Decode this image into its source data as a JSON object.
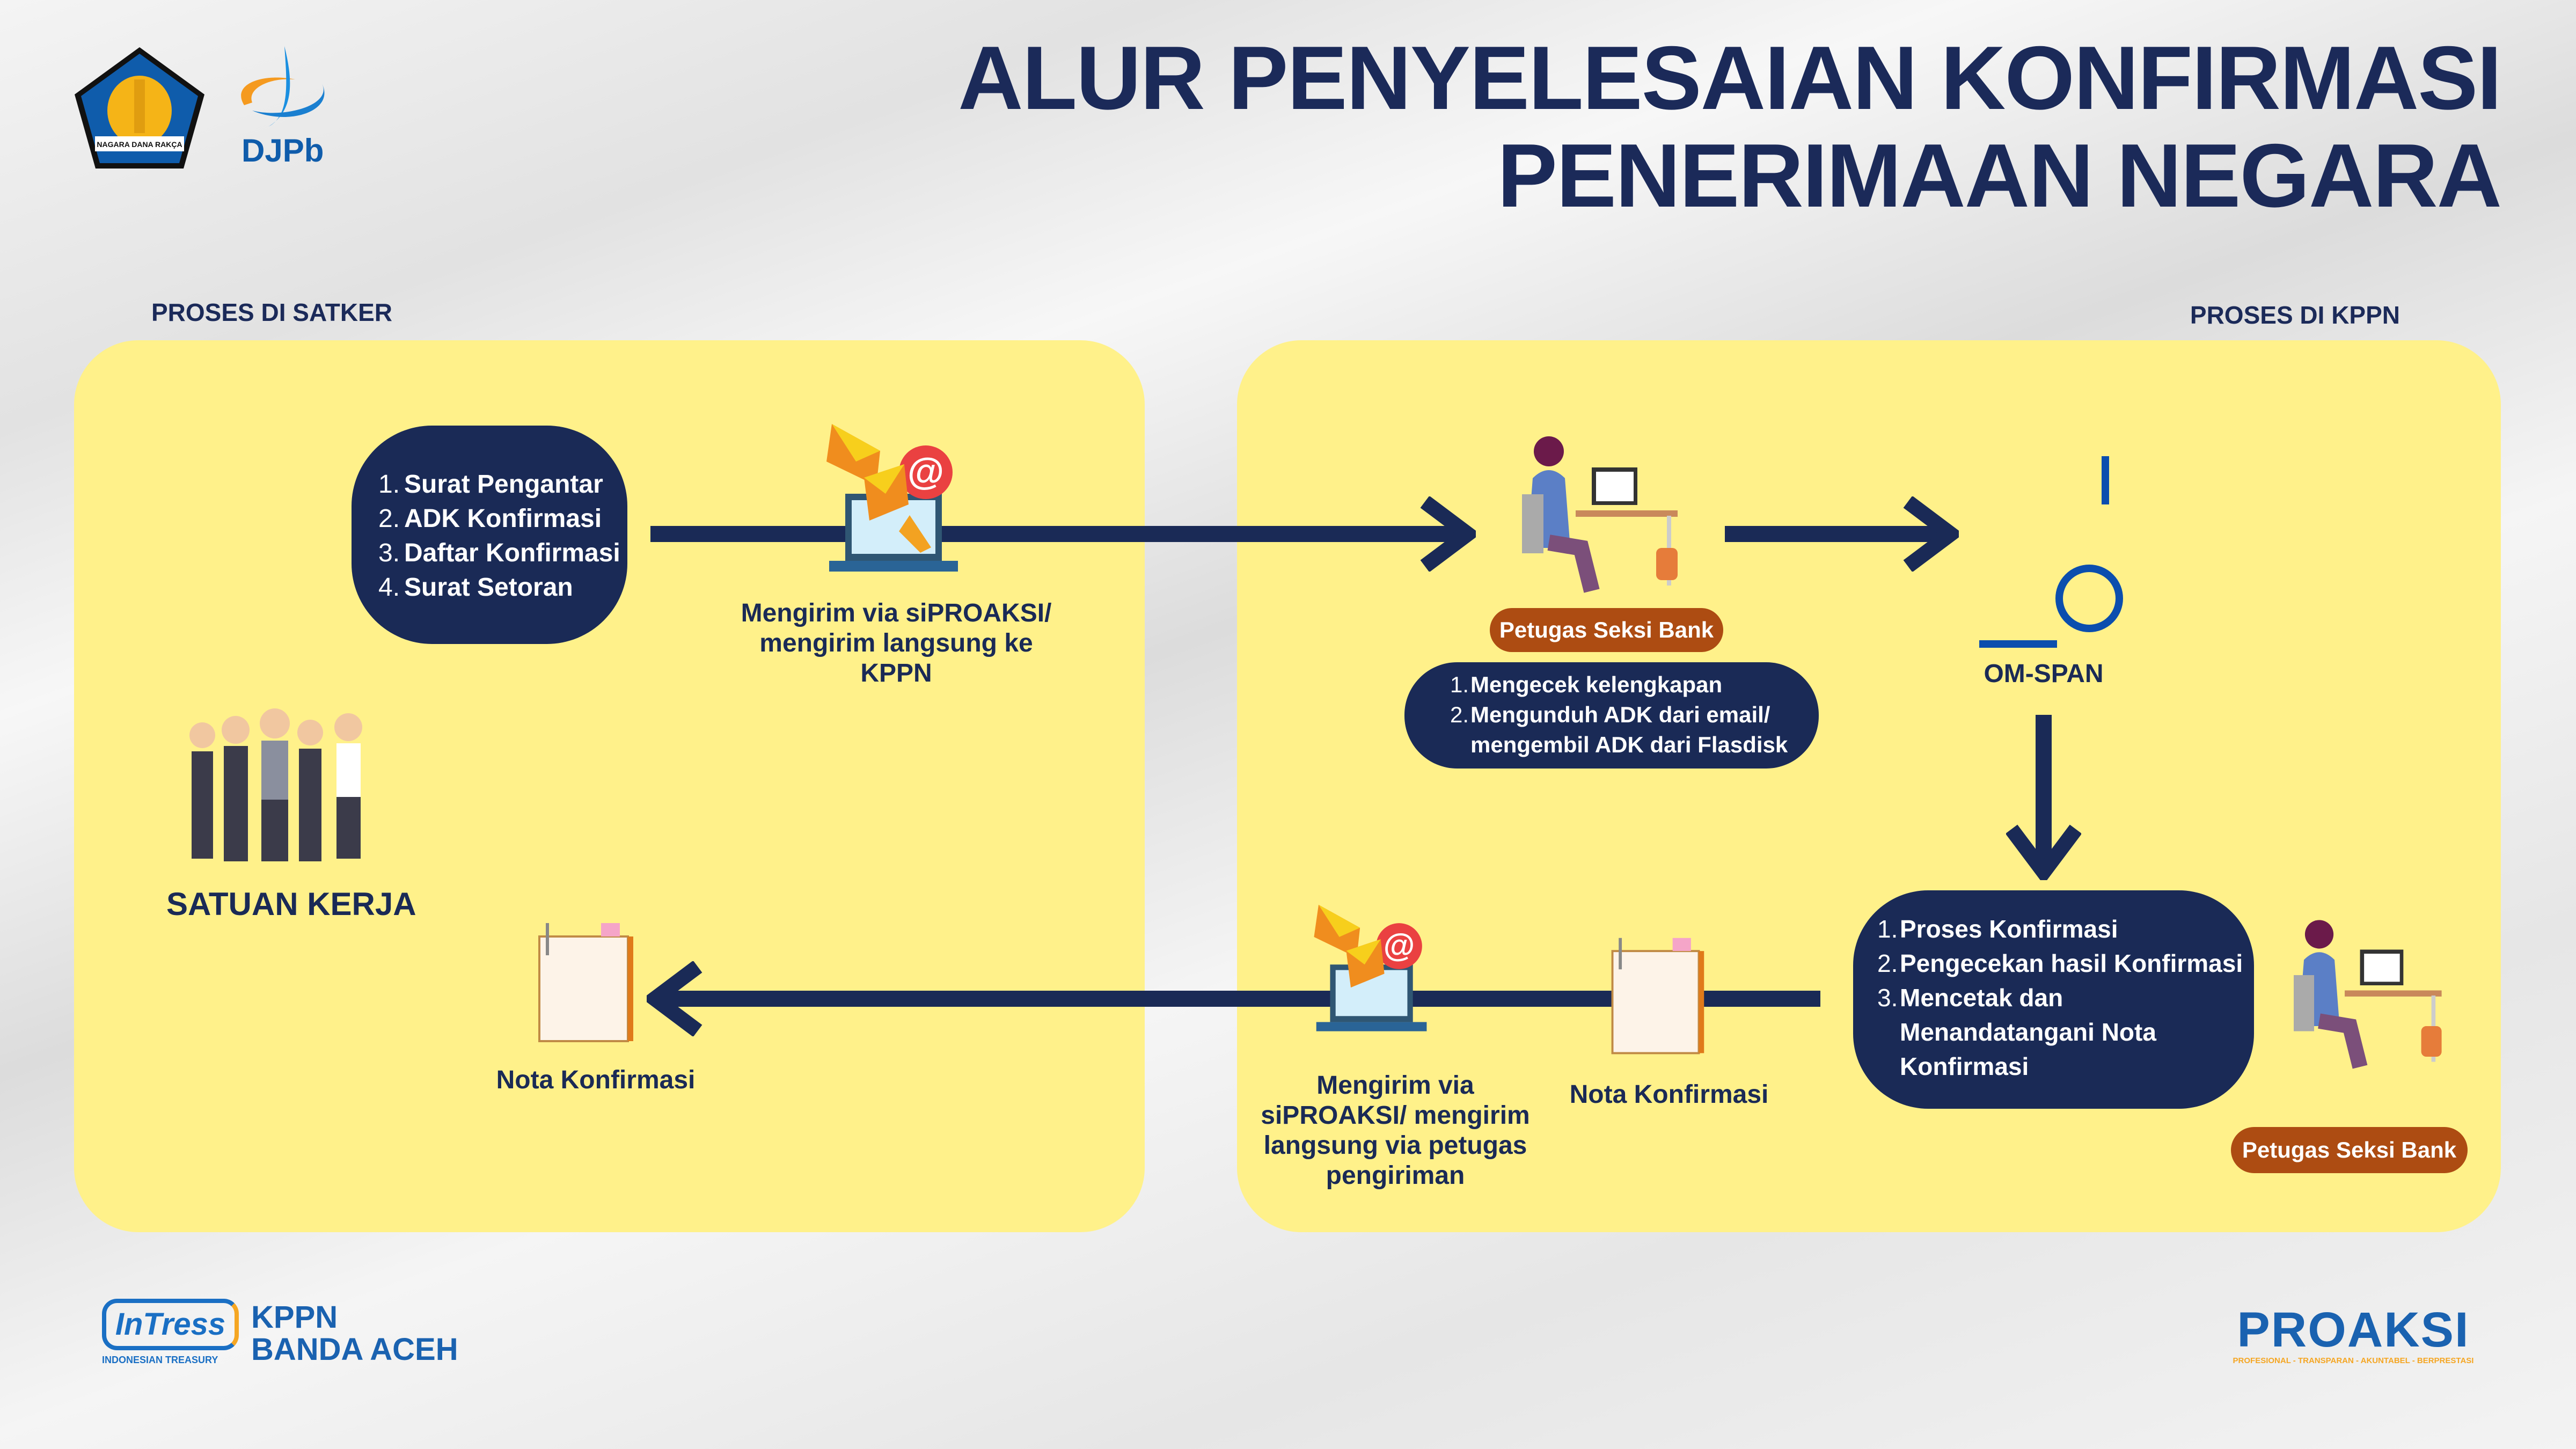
{
  "header": {
    "title_line1": "ALUR PENYELESAIAN KONFIRMASI",
    "title_line2": "PENERIMAAN NEGARA",
    "logo_kemenkeu_text": "NAGARA DANA RAKÇA",
    "logo_djpb": "DJPb"
  },
  "satker": {
    "section_label": "PROSES DI SATKER",
    "documents": [
      {
        "n": "1.",
        "t": "Surat Pengantar"
      },
      {
        "n": "2.",
        "t": "ADK Konfirmasi"
      },
      {
        "n": "3.",
        "t": "Daftar Konfirmasi"
      },
      {
        "n": "4.",
        "t": "Surat Setoran"
      }
    ],
    "send_caption": "Mengirim via siPROAKSI/ mengirim langsung ke KPPN",
    "actor_label": "SATUAN KERJA",
    "nota_label": "Nota Konfirmasi"
  },
  "kppn": {
    "section_label": "PROSES DI KPPN",
    "officer_badge": "Petugas Seksi Bank",
    "check_steps": [
      {
        "n": "1.",
        "t": "Mengecek kelengkapan"
      },
      {
        "n": "2.",
        "t": "Mengunduh  ADK dari email/ mengembil ADK dari Flasdisk"
      }
    ],
    "omspan_label": "OM-SPAN",
    "process_steps": [
      {
        "n": "1.",
        "t": "Proses Konfirmasi"
      },
      {
        "n": "2.",
        "t": "Pengecekan hasil Konfirmasi"
      },
      {
        "n": "3.",
        "t": "Mencetak dan Menandatangani   Nota Konfirmasi"
      }
    ],
    "officer_badge_2": "Petugas Seksi Bank",
    "nota_label": "Nota Konfirmasi",
    "return_caption": "Mengirim via siPROAKSI/ mengirim langsung via petugas pengiriman"
  },
  "footer": {
    "kppn_line1": "KPPN",
    "kppn_line2": "BANDA ACEH",
    "intress_text": "InTress",
    "intress_sub": "INDONESIAN TREASURY",
    "proaksi": "PROAKSI",
    "proaksi_tagline": "PROFESIONAL - TRANSPARAN - AKUNTABEL - BERPRESTASI"
  },
  "colors": {
    "panel": "#fff18a",
    "navy": "#1a2a56",
    "badge": "#ad4c12",
    "omspan": "#0b4eae"
  }
}
